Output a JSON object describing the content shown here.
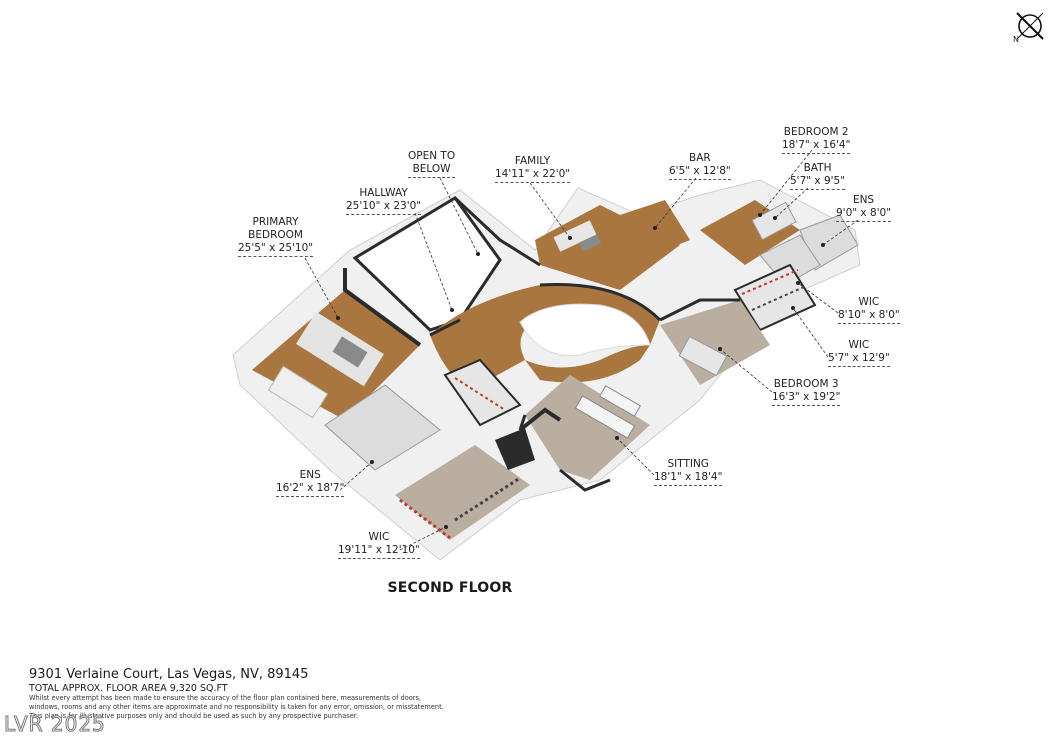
{
  "title": "SECOND FLOOR",
  "address": "9301 Verlaine Court, Las Vegas, NV, 89145",
  "total_area": "TOTAL APPROX. FLOOR AREA 9,320 SQ.FT",
  "disclaimer": "Whilst every attempt has been made to ensure the accuracy of the floor plan contained here, measurements of doors, windows, rooms and any other items are approximate and no responsibility is taken for any error, omission, or misstatement. This plan is for illustrative purposes only and should be used as such by any prospective purchaser.",
  "watermark": "LVR 2025",
  "compass_label": "N",
  "colors": {
    "wood": "#a9763f",
    "wood_dark": "#8b5e31",
    "wall": "#2b2b2b",
    "carpet": "#b9aea0",
    "tile": "#dcdcdc",
    "white_wall": "#f2f2f2"
  },
  "rooms": [
    {
      "id": "primary-bedroom",
      "name": "PRIMARY\nBEDROOM",
      "dim": "25'5\" x 25'10\""
    },
    {
      "id": "hallway",
      "name": "HALLWAY",
      "dim": "25'10\" x 23'0\""
    },
    {
      "id": "open-to-below",
      "name": "OPEN TO\nBELOW",
      "dim": ""
    },
    {
      "id": "family",
      "name": "FAMILY",
      "dim": "14'11\" x 22'0\""
    },
    {
      "id": "bar",
      "name": "BAR",
      "dim": "6'5\" x 12'8\""
    },
    {
      "id": "bedroom-2",
      "name": "BEDROOM 2",
      "dim": "18'7\" x 16'4\""
    },
    {
      "id": "bath",
      "name": "BATH",
      "dim": "5'7\" x 9'5\""
    },
    {
      "id": "ens-right",
      "name": "ENS",
      "dim": "9'0\" x 8'0\""
    },
    {
      "id": "wic-right-1",
      "name": "WIC",
      "dim": "8'10\" x 8'0\""
    },
    {
      "id": "wic-right-2",
      "name": "WIC",
      "dim": "5'7\" x 12'9\""
    },
    {
      "id": "bedroom-3",
      "name": "BEDROOM 3",
      "dim": "16'3\" x 19'2\""
    },
    {
      "id": "sitting",
      "name": "SITTING",
      "dim": "18'1\" x 18'4\""
    },
    {
      "id": "ens-left",
      "name": "ENS",
      "dim": "16'2\" x 18'7\""
    },
    {
      "id": "wic-left",
      "name": "WIC",
      "dim": "19'11\" x 12'10\""
    }
  ]
}
